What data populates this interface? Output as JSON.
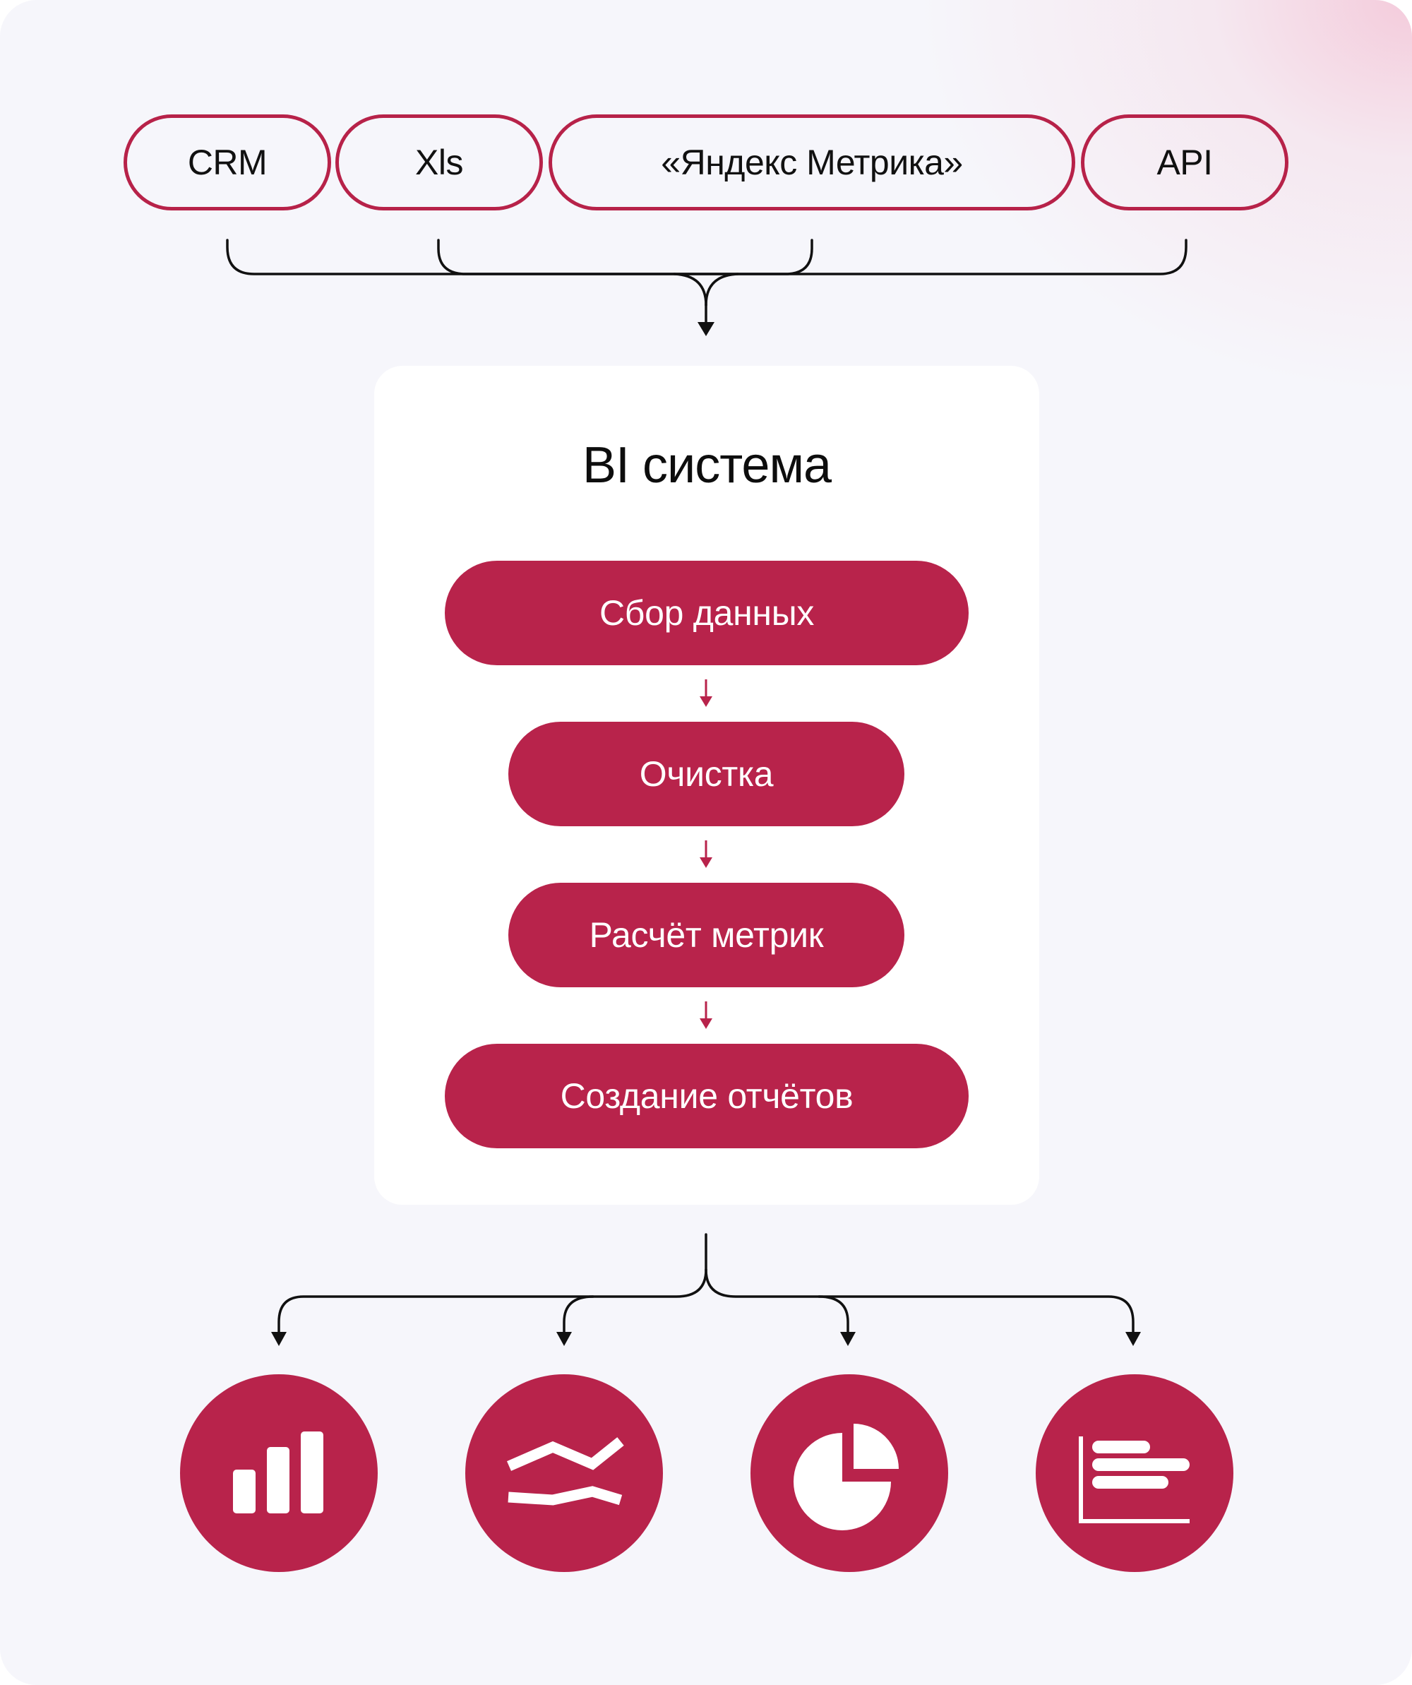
{
  "sources": [
    {
      "label": "CRM"
    },
    {
      "label": "Xls"
    },
    {
      "label": "«Яндекс Метрика»"
    },
    {
      "label": "API"
    }
  ],
  "bi_system": {
    "title": "BI система",
    "stages": [
      {
        "label": "Сбор данных"
      },
      {
        "label": "Очистка"
      },
      {
        "label": "Расчёт метрик"
      },
      {
        "label": "Создание отчётов"
      }
    ]
  },
  "outputs": [
    {
      "icon": "bar-chart-icon"
    },
    {
      "icon": "line-chart-icon"
    },
    {
      "icon": "pie-chart-icon"
    },
    {
      "icon": "horizontal-bar-chart-icon"
    }
  ],
  "colors": {
    "accent": "#b8234b",
    "background": "#f6f6fb",
    "card": "#ffffff",
    "text": "#111111"
  }
}
